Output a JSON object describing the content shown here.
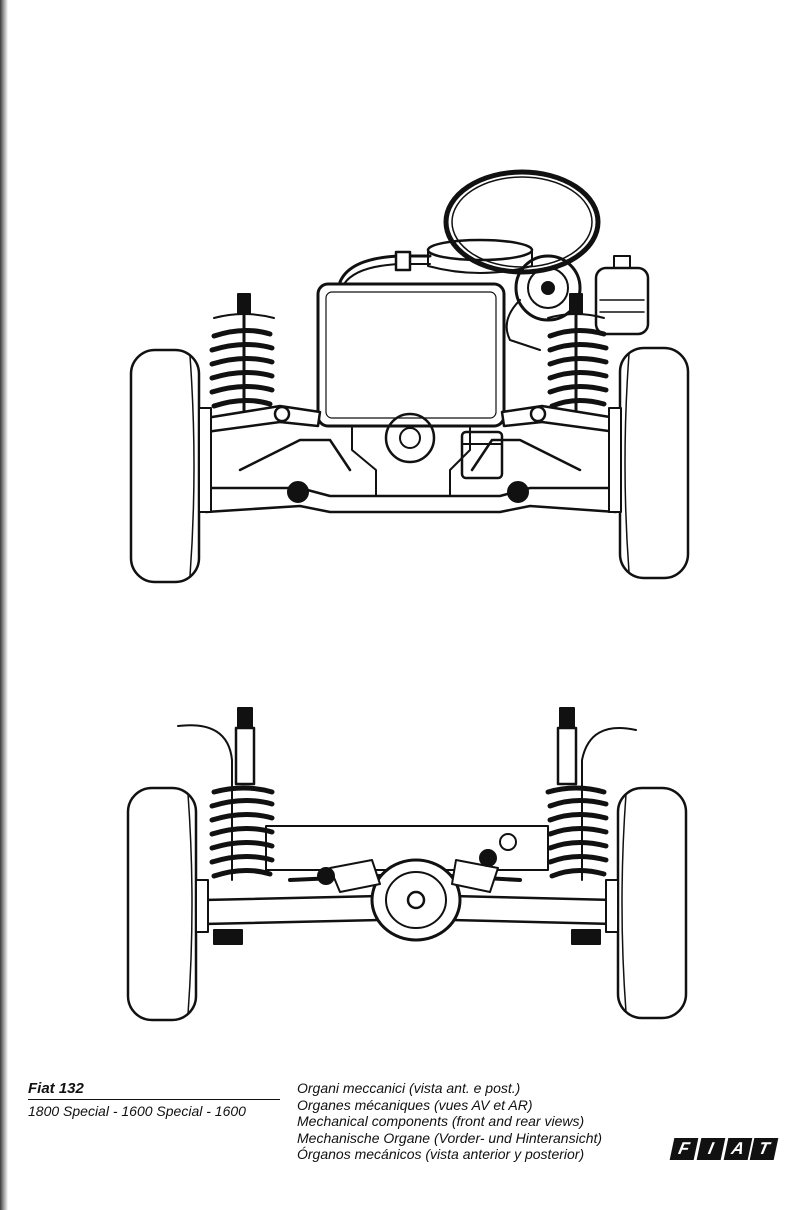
{
  "figure": {
    "front_view": "front-axle-assembly",
    "rear_view": "rear-axle-assembly"
  },
  "caption": {
    "model": "Fiat 132",
    "variants": "1800 Special - 1600 Special - 1600",
    "lines": [
      "Organi meccanici (vista ant. e post.)",
      "Organes mécaniques (vues AV et AR)",
      "Mechanical components (front and rear views)",
      "Mechanische Organe (Vorder- und Hinteransicht)",
      "Órganos mecánicos (vista anterior y posterior)"
    ]
  },
  "logo": {
    "letters": [
      "F",
      "I",
      "A",
      "T"
    ],
    "color": "#111111"
  }
}
